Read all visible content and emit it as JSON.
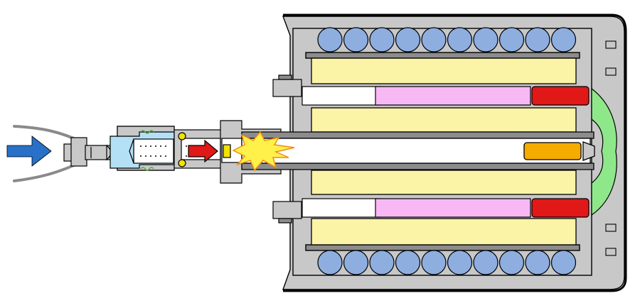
{
  "colors": {
    "background": "#ffffff",
    "outline": "#000000",
    "housing_gray": "#c8c8c8",
    "housing_dark": "#8c8c8c",
    "bore_white": "#ffffff",
    "ball_blue": "#8eaee0",
    "charge_yellow": "#fbf3a6",
    "liner_pink": "#f8b8f4",
    "plug_red": "#e01818",
    "orange_pellet": "#f4ac00",
    "diaphragm_green": "#8ee88a",
    "valve_blue": "#b4e0f6",
    "spring_green": "#5aaa3a",
    "ball_yellow": "#f2e200",
    "input_arrow_blue": "#2870c8",
    "flame_yellow": "#fff04a",
    "flame_orange": "#f08c10",
    "cord_gray": "#8a8a8a"
  },
  "parts": {
    "input_arrow": "input-flow-arrow",
    "pipes": [
      "upper-feed-cord",
      "lower-feed-cord"
    ],
    "valve": "inlet-valve-body",
    "igniter": "igniter-assembly",
    "flame": "ignition-flame",
    "cylinder": "main-cylinder",
    "ball_rows": [
      "upper-ball-row",
      "lower-ball-row"
    ],
    "charges": [
      "upper-outer-charge",
      "upper-inner-charge",
      "lower-inner-charge",
      "lower-outer-charge"
    ],
    "liners": [
      "upper-liner",
      "lower-liner"
    ],
    "plugs": [
      "upper-red-plug",
      "lower-red-plug"
    ],
    "pellet": "orange-pellet",
    "diaphragm": "green-diaphragm"
  },
  "ball_count_per_row": 10
}
